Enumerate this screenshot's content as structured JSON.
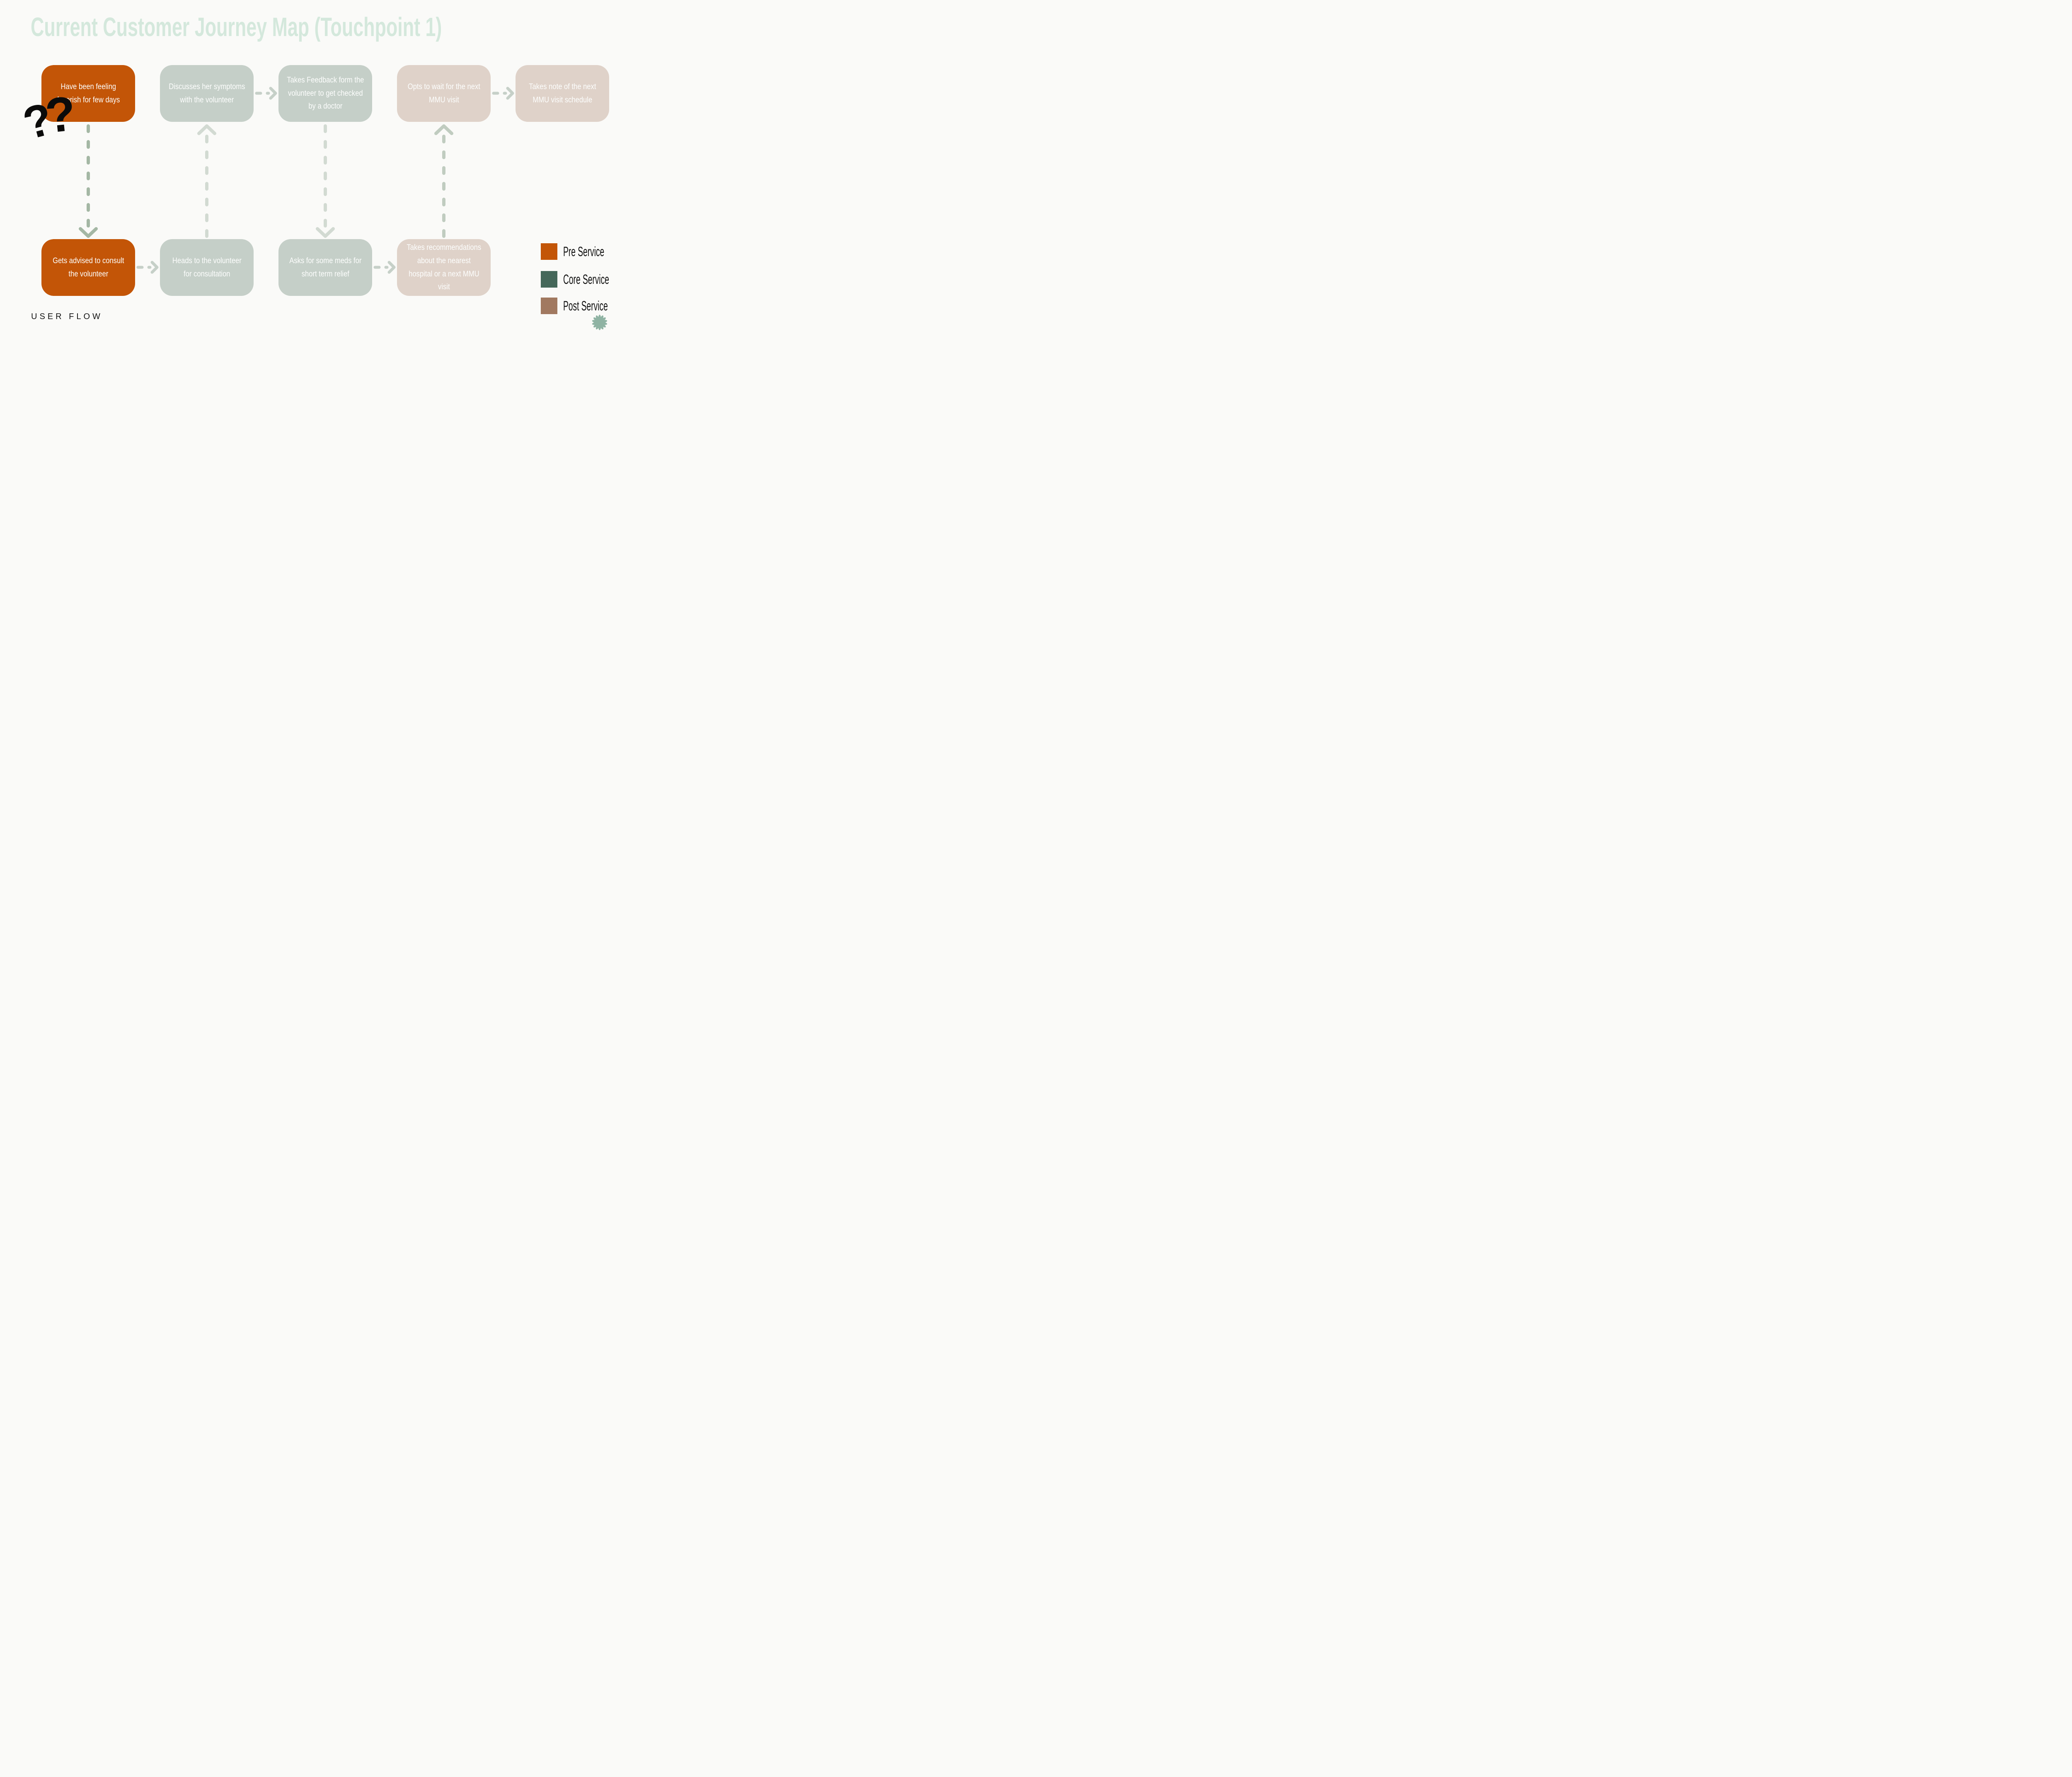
{
  "title": "Current Customer Journey Map (Touchpoint 1)",
  "user_flow_label": "USER FLOW",
  "annotation": {
    "question_mark_1": "?",
    "question_mark_2": "?"
  },
  "journey": {
    "top_row": [
      {
        "label": "Have been feeling feverish for few days",
        "service": "Pre Service"
      },
      {
        "label": "Discusses her symptoms with the volunteer",
        "service": "Core Service"
      },
      {
        "label": "Takes Feedback form the volunteer to get checked by a doctor",
        "service": "Core Service"
      },
      {
        "label": "Opts to wait for the next MMU visit",
        "service": "Post Service"
      },
      {
        "label": "Takes note of the next MMU visit schedule",
        "service": "Post Service"
      }
    ],
    "bottom_row": [
      {
        "label": "Gets advised to consult the volunteer",
        "service": "Pre Service"
      },
      {
        "label": "Heads to the volunteer for consultation",
        "service": "Core Service"
      },
      {
        "label": "Asks for some meds for short term relief",
        "service": "Core Service"
      },
      {
        "label": "Takes recommendations about the nearest hospital or a next MMU visit",
        "service": "Post Service"
      }
    ],
    "arrow_directions": [
      "top-1 down to bottom-1",
      "bottom-1 right to bottom-2",
      "bottom-2 up to top-2",
      "top-2 right to top-3",
      "top-3 down to bottom-3",
      "bottom-3 right to bottom-4",
      "bottom-4 up to top-4",
      "top-4 right to top-5"
    ]
  },
  "legend": [
    {
      "label": "Pre Service",
      "color": "#C35507"
    },
    {
      "label": "Core Service",
      "color": "#45685A"
    },
    {
      "label": "Post Service",
      "color": "#A17960"
    }
  ],
  "icons": {
    "flower": "flower-icon"
  },
  "colors": {
    "background": "#FAFAF8",
    "title_text": "#D4E8DC",
    "pre_service_box": "#C35507",
    "core_service_box": "#C5CFC8",
    "post_service_box": "#DFD2C9",
    "box_text": "#FDFEFD",
    "legend_text": "#101010",
    "arrow_strong": "#A4B7A4",
    "arrow_light": "#D2DAD2",
    "arrow_medium": "#C0CCC0",
    "arrow_horizontal": "#C6D0C8",
    "question_marks": "#0B0B0B",
    "flower_icon": "#8FB3A3",
    "user_flow_text": "#141414"
  }
}
